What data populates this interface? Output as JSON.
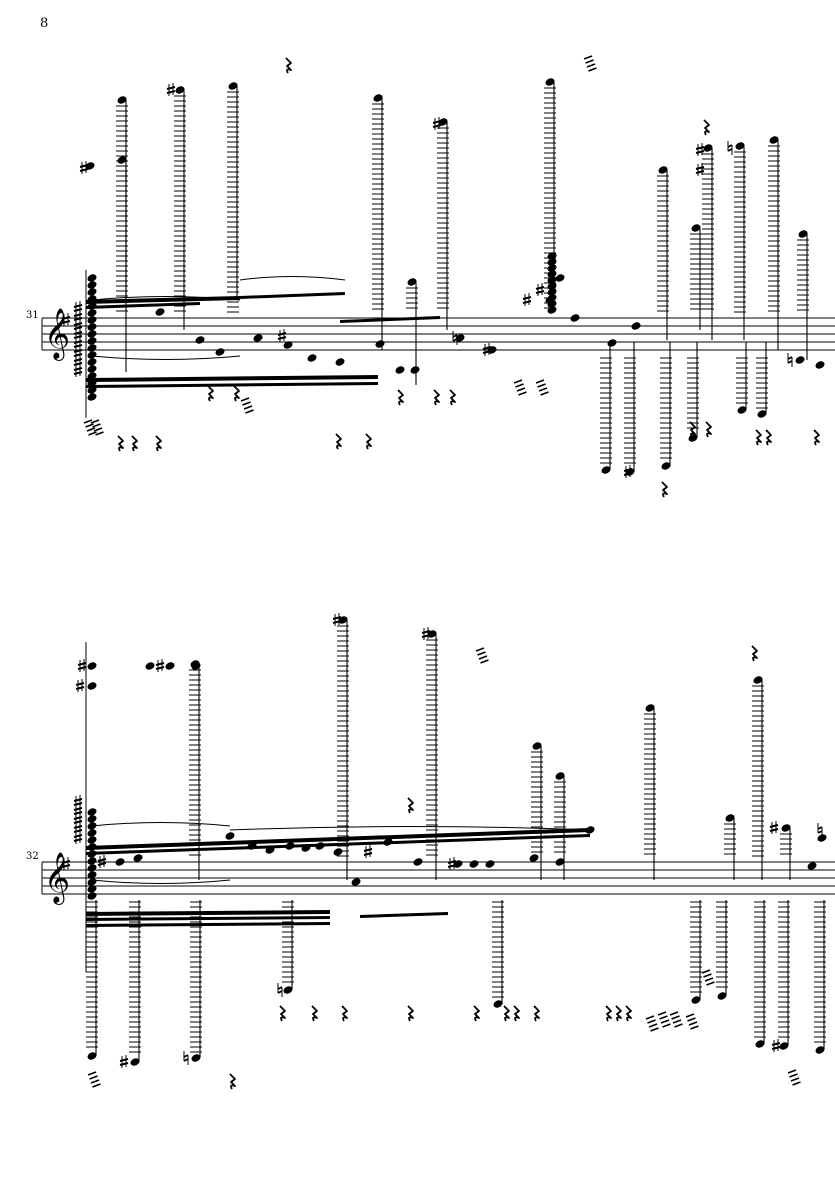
{
  "page": {
    "page_number": "8"
  },
  "systems": [
    {
      "measure_number": "31",
      "clef": "treble",
      "key_signature": "one-sharp"
    },
    {
      "measure_number": "32",
      "clef": "treble",
      "key_signature": "one-sharp"
    }
  ],
  "colors": {
    "ink": "#000000",
    "paper": "#ffffff"
  },
  "icons": {
    "clef": "treble-clef-icon",
    "sharp": "sharp-icon",
    "natural": "natural-icon",
    "rest": "quarter-rest-icon",
    "notehead": "notehead-icon"
  }
}
